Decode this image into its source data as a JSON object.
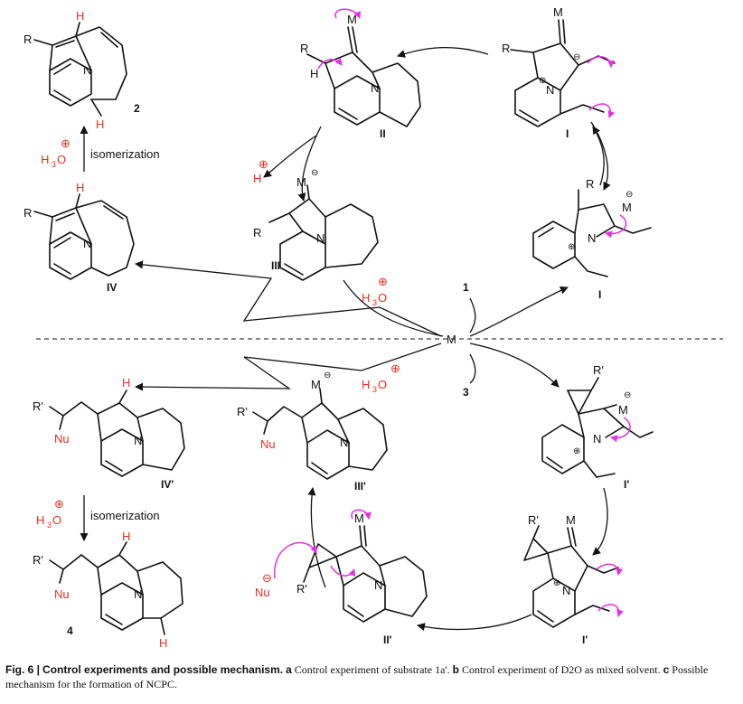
{
  "labels": {
    "c2": "2",
    "cIV": "IV",
    "cII": "II",
    "cI_top": "I",
    "cI_mid": "I",
    "cIII": "III",
    "c1": "1",
    "c3": "3",
    "cIVp": "IV'",
    "cIIIp": "III'",
    "cIp_mid": "I'",
    "cIp_low": "I'",
    "cIIp": "II'",
    "c4": "4"
  },
  "reagents": {
    "isomerization_top": "isomerization",
    "isomerization_bottom": "isomerization",
    "h3o": "H3O",
    "metal": "M",
    "nucleophile": "Nu"
  },
  "caption": {
    "fig": "Fig. 6 |",
    "title": "Control experiments and possible mechanism.",
    "a_label": "a",
    "a_text": "Control experiment of substrate 1a'.",
    "b_label": "b",
    "b_text": "Control experiment of D2O as mixed solvent.",
    "c_label": "c",
    "c_text": "Possible mechanism for the formation of NCPC."
  }
}
